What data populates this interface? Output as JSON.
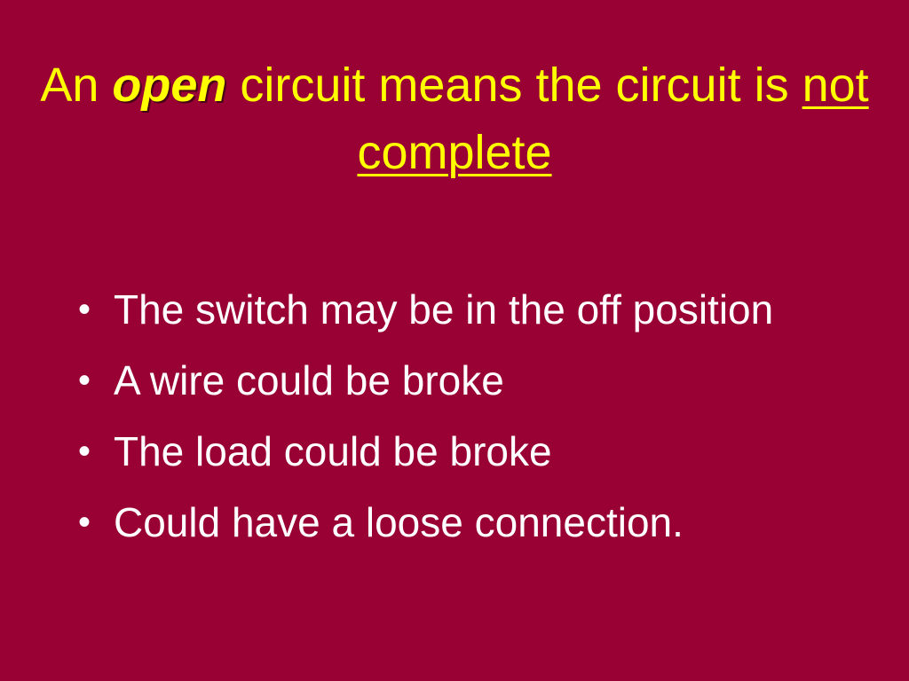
{
  "slide": {
    "title": {
      "part1": "An ",
      "emphasis": "open",
      "part2": " circuit means the circuit is ",
      "underlined": "not complete"
    },
    "bullets": [
      "The switch may be in the off position",
      "A wire could be broke",
      "The load could be broke",
      "Could have a loose connection."
    ],
    "bullet_glyph": "•",
    "colors": {
      "background": "#990033",
      "title": "#ffff00",
      "body": "#ffffff"
    }
  }
}
